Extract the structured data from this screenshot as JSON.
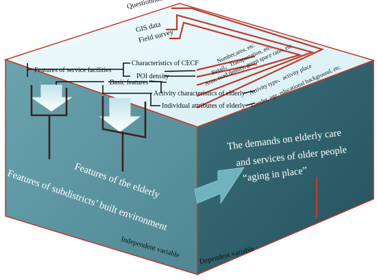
{
  "sources": [
    "Questionnaire",
    "GIS data",
    "Field survey"
  ],
  "service_branch": {
    "label": "Features of service facilities",
    "items": [
      "Characteristics of CECF",
      "POI density"
    ]
  },
  "basic_features_label": "Basic features",
  "elderly_branch": {
    "items": [
      "Activity characteristics of elderly",
      "Individual attributes of elderly"
    ]
  },
  "indicators": [
    "Number,area, etc.",
    "Retail、Transportation, etc.",
    "Area, road density, green space ratio, etc.",
    "Activity type、activity place",
    "Gender, age, educational background, etc."
  ],
  "left_face": {
    "line1": "Features of the elderly",
    "line2": "Features of subdistricts’ built environment",
    "footer": "Independent variable"
  },
  "right_face": {
    "lines": [
      "The demands on elderly care",
      "and services of older people",
      "“aging in place”"
    ],
    "footer": "Dependent variable"
  },
  "colors": {
    "top_face": "#e8f8fb",
    "left_face": "#5f9aa6",
    "right_face": "#2f5f6b",
    "red_lines": "#c0392b",
    "arrow": "#6fb3bd"
  }
}
